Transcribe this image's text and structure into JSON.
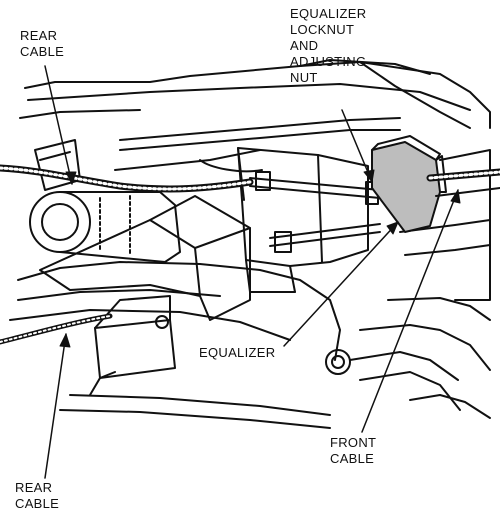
{
  "labels": {
    "rear_cable_top": "REAR\nCABLE",
    "equalizer_nut": "EQUALIZER\nLOCKNUT\nAND\nADJUSTING\nNUT",
    "equalizer": "EQUALIZER",
    "front_cable": "FRONT\nCABLE",
    "rear_cable_bottom": "REAR\nCABLE"
  },
  "colors": {
    "ink": "#111111",
    "paper": "#ffffff",
    "shade": "#bdbdbd"
  }
}
